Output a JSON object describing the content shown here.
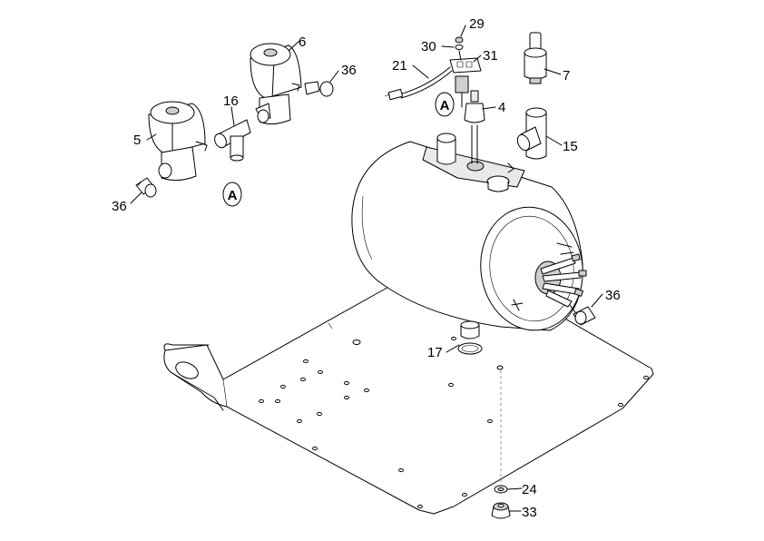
{
  "callouts": {
    "c29": "29",
    "c30": "30",
    "c31": "31",
    "c21": "21",
    "c6": "6",
    "c36_top": "36",
    "c7": "7",
    "c4": "4",
    "c16": "16",
    "c5": "5",
    "c15": "15",
    "c36_left": "36",
    "c36_right": "36",
    "c17": "17",
    "c24": "24",
    "c33": "33"
  },
  "markers": {
    "marker_a_top": "A",
    "marker_a_bottom": "A"
  }
}
